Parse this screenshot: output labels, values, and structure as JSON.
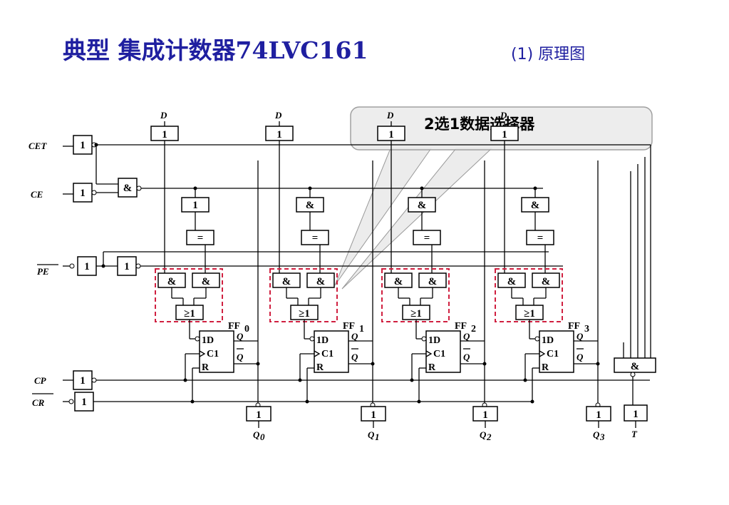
{
  "title": "典型 集成计数器74LVC161",
  "subtitle": "(1) 原理图",
  "callout": "2选1数据选择器",
  "signals": {
    "cet": "CET",
    "ce": "CE",
    "pe": "PE",
    "cp": "CP",
    "cr": "CR",
    "d": "D",
    "t": "T"
  },
  "gate_symbols": {
    "buffer": "1",
    "and": "&",
    "xnor": "=",
    "or": "≥1"
  },
  "flipflop_pins": {
    "d": "1D",
    "c": "C1",
    "r": "R",
    "q": "Q",
    "qbar": "Q"
  },
  "stages": [
    {
      "ff": "FF",
      "ff_sub": "0",
      "out": "Q",
      "out_sub": "0"
    },
    {
      "ff": "FF",
      "ff_sub": "1",
      "out": "Q",
      "out_sub": "1"
    },
    {
      "ff": "FF",
      "ff_sub": "2",
      "out": "Q",
      "out_sub": "2"
    },
    {
      "ff": "FF",
      "ff_sub": "3",
      "out": "Q",
      "out_sub": "3"
    }
  ]
}
